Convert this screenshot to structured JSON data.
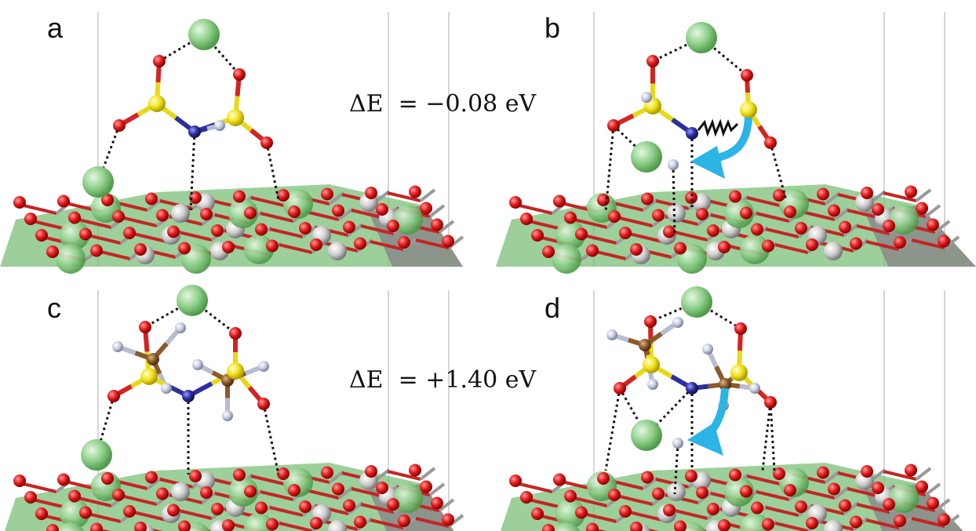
{
  "panels": [
    {
      "label": "a"
    },
    {
      "label": "b"
    },
    {
      "label": "c"
    },
    {
      "label": "d"
    }
  ],
  "energies": [
    {
      "text": "ΔE  = −0.08 eV"
    },
    {
      "text": "ΔE  = +1.40 eV"
    }
  ],
  "colors": {
    "oxygen": "#e01b1b",
    "sulfur": "#f2e21a",
    "nitrogen": "#2d2f9e",
    "hydrogen": "#c8cce0",
    "carbon": "#8b5a2b",
    "cation_green": "#8fd08a",
    "metal_grey": "#cfcfcf",
    "arrow_blue": "#2bb4e6",
    "slab_green": "#6fbf6a",
    "slab_grey": "#8a8a8a"
  }
}
